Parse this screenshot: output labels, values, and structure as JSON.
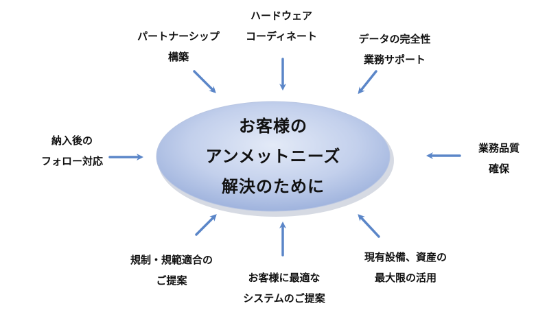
{
  "center": {
    "lines": [
      "お客様の",
      "アンメットニーズ",
      "解決のために"
    ]
  },
  "items": [
    {
      "lines": [
        "パートナーシップ",
        "構築"
      ]
    },
    {
      "lines": [
        "ハードウェア",
        "コーディネート"
      ]
    },
    {
      "lines": [
        "データの完全性",
        "業務サポート"
      ]
    },
    {
      "lines": [
        "納入後の",
        "フォロー対応"
      ]
    },
    {
      "lines": [
        "業務品質",
        "確保"
      ]
    },
    {
      "lines": [
        "規制・規範適合の",
        "ご提案"
      ]
    },
    {
      "lines": [
        "お客様に最適な",
        "システムのご提案"
      ]
    },
    {
      "lines": [
        "現有設備、資産の",
        "最大限の活用"
      ]
    }
  ],
  "colors": {
    "ellipse_light": "#dde6f5",
    "ellipse_dark": "#9fb3dd",
    "arrow": "#5b86c8"
  }
}
